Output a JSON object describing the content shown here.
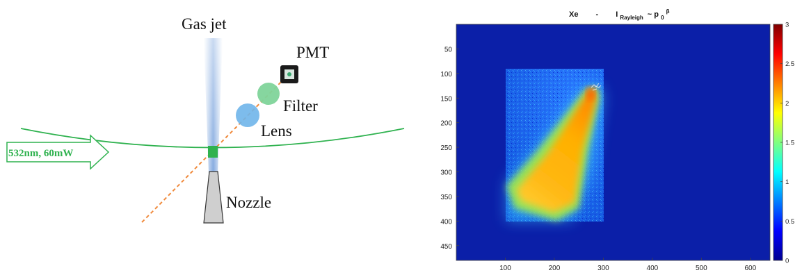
{
  "schematic": {
    "labels": {
      "gas_jet": "Gas jet",
      "pmt": "PMT",
      "filter": "Filter",
      "lens": "Lens",
      "nozzle": "Nozzle",
      "laser": "532nm, 60mW"
    },
    "colors": {
      "laser": "#2fb24f",
      "dashed_line": "#f08a3c",
      "lens": "#6fb5ea",
      "filter": "#7fd49a",
      "jet": "#7ea6de",
      "nozzle": "#cfcfcf"
    }
  },
  "chart_data": {
    "type": "heatmap",
    "title": {
      "species": "Xe",
      "separator": "-",
      "intensity_symbol": "I",
      "intensity_subscript": "Rayleigh",
      "relation": "~ p",
      "pressure_subscript": "0",
      "exponent": "β"
    },
    "x_ticks": [
      100,
      200,
      300,
      400,
      500,
      600
    ],
    "y_ticks": [
      50,
      100,
      150,
      200,
      250,
      300,
      350,
      400,
      450
    ],
    "xlim": [
      0,
      640
    ],
    "ylim": [
      0,
      480
    ],
    "y_reversed": true,
    "colorbar": {
      "ticks": [
        "3",
        "2.5",
        "2",
        "1.5",
        "1",
        "0.5",
        "0"
      ],
      "range": [
        0,
        3
      ],
      "colormap": "jet"
    },
    "roi": {
      "x": [
        95,
        300
      ],
      "y": [
        90,
        400
      ]
    },
    "plume": {
      "apex": [
        262,
        133
      ],
      "ends": [
        [
          96,
          315
        ],
        [
          233,
          390
        ]
      ],
      "value_near_apex": 2.1,
      "value_near_base": 1.9,
      "background_value": 0.1
    }
  }
}
